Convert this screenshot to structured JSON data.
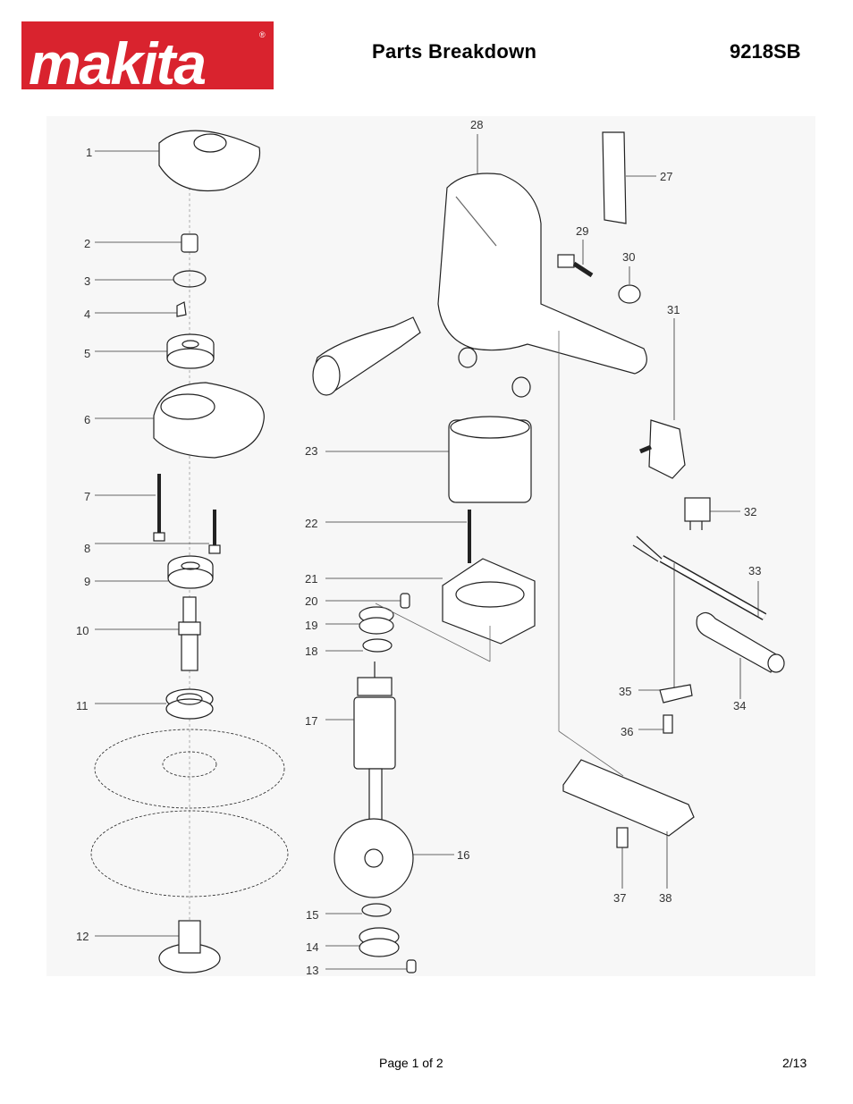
{
  "header": {
    "brand": "makita",
    "title": "Parts Breakdown",
    "model": "9218SB"
  },
  "colors": {
    "brand_red": "#d9232e"
  },
  "callouts": [
    "1",
    "2",
    "3",
    "4",
    "5",
    "6",
    "7",
    "8",
    "9",
    "10",
    "11",
    "12",
    "13",
    "14",
    "15",
    "16",
    "17",
    "18",
    "19",
    "20",
    "21",
    "22",
    "23",
    "27",
    "28",
    "29",
    "30",
    "31",
    "32",
    "33",
    "34",
    "35",
    "36",
    "37",
    "38"
  ],
  "footer": {
    "page": "Page 1 of 2",
    "date": "2/13"
  }
}
